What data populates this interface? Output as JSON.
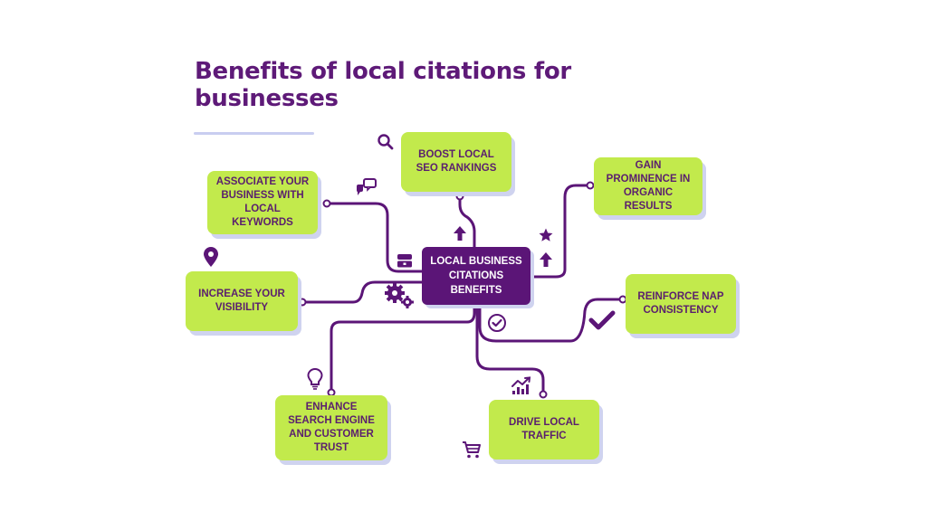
{
  "title": "Benefits of local citations for businesses",
  "center": {
    "label": "LOCAL BUSINESS CITATIONS BENEFITS"
  },
  "benefits": [
    {
      "label": "BOOST LOCAL SEO RANKINGS",
      "icon": "search-icon"
    },
    {
      "label": "ASSOCIATE YOUR BUSINESS WITH LOCAL KEYWORDS",
      "icon": "chat-bubbles-icon"
    },
    {
      "label": "GAIN PROMINENCE IN ORGANIC RESULTS",
      "icon": "star-icon"
    },
    {
      "label": "INCREASE YOUR VISIBILITY",
      "icon": "location-pin-icon"
    },
    {
      "label": "REINFORCE NAP CONSISTENCY",
      "icon": "checkmark-icon"
    },
    {
      "label": "ENHANCE SEARCH ENGINE AND CUSTOMER TRUST",
      "icon": "lightbulb-icon"
    },
    {
      "label": "DRIVE LOCAL TRAFFIC",
      "icon": "growth-chart-icon"
    }
  ],
  "colors": {
    "primary": "#5b1577",
    "box_fill": "#c2ea4c",
    "box_text": "#5a1f6e",
    "shadow": "#cfd3ef"
  }
}
